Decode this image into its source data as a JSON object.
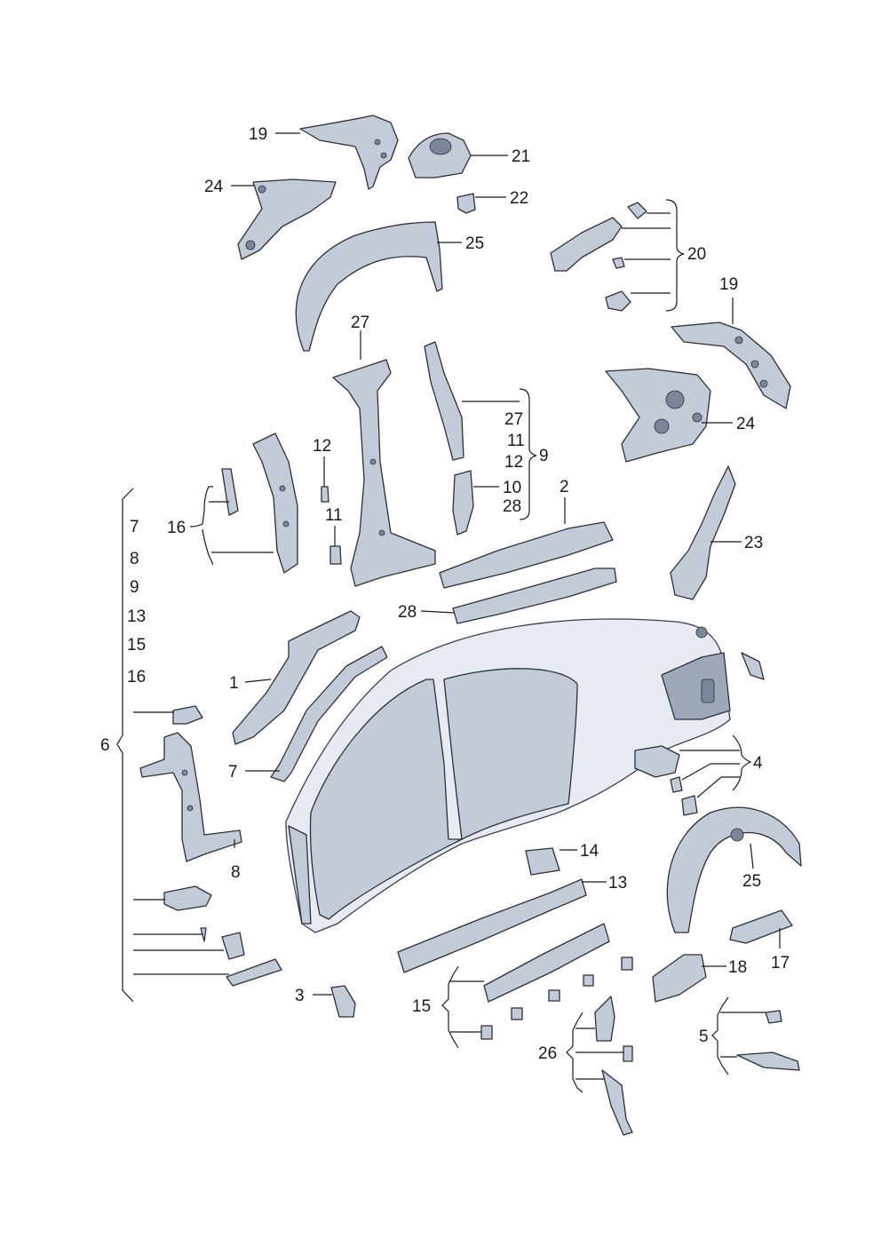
{
  "diagram": {
    "colors": {
      "part_fill": "#c3cbd8",
      "part_dark": "#9ea8b8",
      "outline": "#2a2f38",
      "body_shell": "#e6ebf2",
      "label": "#1a1a1a"
    },
    "labels": {
      "c19_top": "19",
      "c21": "21",
      "c24_top": "24",
      "c22": "22",
      "c25_top": "25",
      "c20": "20",
      "c19_right": "19",
      "c27_top": "27",
      "c24_right": "24",
      "c9_list_27": "27",
      "c9_list_11": "11",
      "c9_list_12": "12",
      "c9_list_28": "28",
      "c9": "9",
      "c10": "10",
      "c12": "12",
      "c11": "11",
      "c16": "16",
      "c2": "2",
      "c23": "23",
      "c28": "28",
      "c6_list_7": "7",
      "c6_list_8": "8",
      "c6_list_9": "9",
      "c6_list_13": "13",
      "c6_list_15": "15",
      "c6_list_16": "16",
      "c6": "6",
      "c1": "1",
      "c7": "7",
      "c8": "8",
      "c4": "4",
      "c14": "14",
      "c13": "13",
      "c25_right": "25",
      "c17": "17",
      "c18": "18",
      "c3": "3",
      "c15": "15",
      "c5": "5",
      "c26": "26"
    }
  }
}
